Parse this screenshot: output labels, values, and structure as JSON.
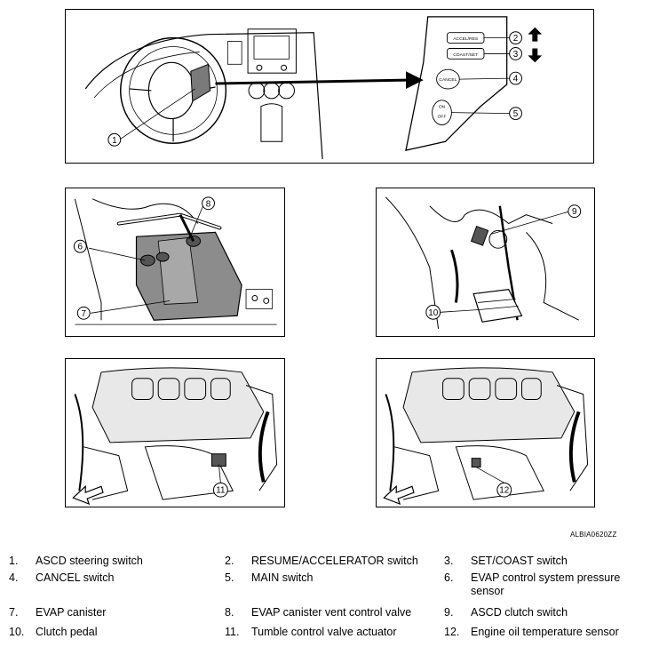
{
  "figure_id": "ALBIA0620ZZ",
  "callouts": [
    "1",
    "2",
    "3",
    "4",
    "5",
    "6",
    "7",
    "8",
    "9",
    "10",
    "11",
    "12"
  ],
  "switch_labels": {
    "accel_res": "ACCEL/RES",
    "coast_set": "COAST/SET",
    "cancel": "CANCEL",
    "on": "ON",
    "off": "OFF"
  },
  "legend": [
    {
      "num": "1.",
      "label": "ASCD steering switch"
    },
    {
      "num": "2.",
      "label": "RESUME/ACCELERATOR switch"
    },
    {
      "num": "3.",
      "label": "SET/COAST switch"
    },
    {
      "num": "4.",
      "label": "CANCEL switch"
    },
    {
      "num": "5.",
      "label": "MAIN switch"
    },
    {
      "num": "6.",
      "label": "EVAP control system pressure sensor"
    },
    {
      "num": "7.",
      "label": "EVAP canister"
    },
    {
      "num": "8.",
      "label": "EVAP canister vent control valve"
    },
    {
      "num": "9.",
      "label": "ASCD clutch switch"
    },
    {
      "num": "10.",
      "label": "Clutch pedal"
    },
    {
      "num": "11.",
      "label": "Tumble control valve actuator"
    },
    {
      "num": "12.",
      "label": "Engine oil temperature sensor"
    }
  ]
}
